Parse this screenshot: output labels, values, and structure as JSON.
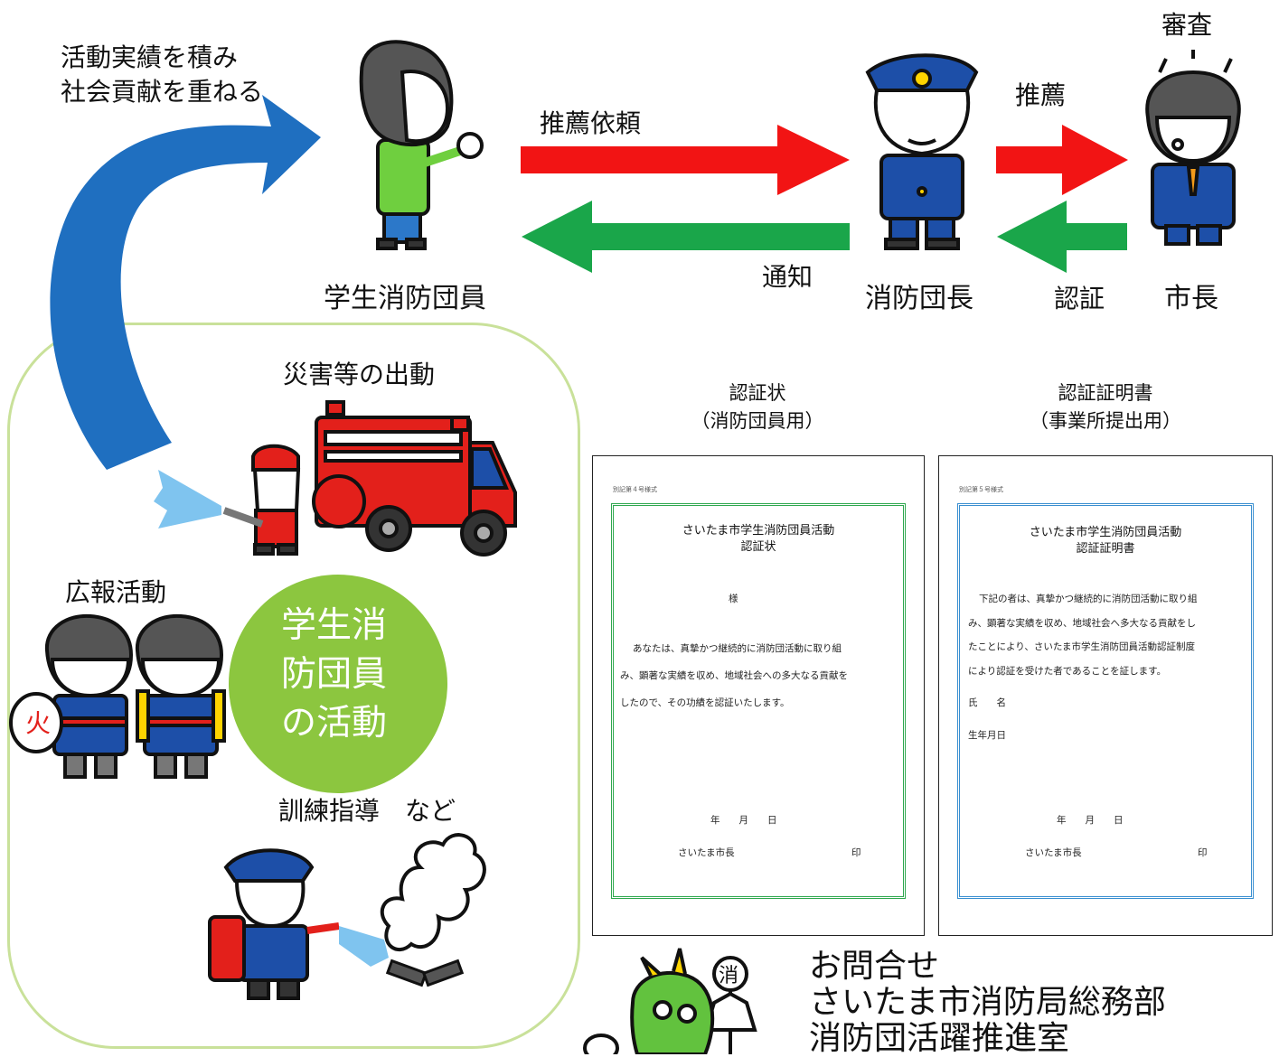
{
  "labels": {
    "achievement": "活動実績を積み",
    "contribution": "社会貢献を重ねる",
    "request": "推薦依頼",
    "notify": "通知",
    "recommend": "推薦",
    "review": "審査",
    "certify": "認証",
    "student": "学生消防団員",
    "chief": "消防団長",
    "mayor": "市長",
    "disaster": "災害等の出動",
    "pr": "広報活動",
    "training": "訓練指導　など",
    "activity_title": "学生消防団員の活動"
  },
  "documents": {
    "cert": {
      "caption1": "認証状",
      "caption2": "（消防団員用）",
      "form_no": "別記第４号様式",
      "title1": "さいたま市学生消防団員活動",
      "title2": "認証状",
      "honorific": "様",
      "body1": "あなたは、真摯かつ継続的に消防団活動に取り組",
      "body2": "み、顕著な実績を収め、地域社会への多大なる貢献を",
      "body3": "したので、その功績を認証いたします。",
      "date": "年　　月　　日",
      "signer": "さいたま市長",
      "seal": "印",
      "frame_color": "#2fa84f"
    },
    "proof": {
      "caption1": "認証証明書",
      "caption2": "（事業所提出用）",
      "form_no": "別記第５号様式",
      "title1": "さいたま市学生消防団員活動",
      "title2": "認証証明書",
      "body1": "下記の者は、真摯かつ継続的に消防団活動に取り組",
      "body2": "み、顕著な実績を収め、地域社会へ多大なる貢献をし",
      "body3": "たことにより、さいたま市学生消防団員活動認証制度",
      "body4": "により認証を受けた者であることを証します。",
      "name_label": "氏　　名",
      "birth_label": "生年月日",
      "date": "年　　月　　日",
      "signer": "さいたま市長",
      "seal": "印",
      "frame_color": "#3a8fd0"
    }
  },
  "contact": {
    "line1": "お問合せ",
    "line2": "さいたま市消防局総務部",
    "line3": "消防団活躍推進室"
  },
  "colors": {
    "blue_arrow": "#1f6fc0",
    "red_arrow": "#f21414",
    "green_arrow": "#1aa64a",
    "circle": "#8cc63f",
    "box_border": "#c9e19a"
  }
}
